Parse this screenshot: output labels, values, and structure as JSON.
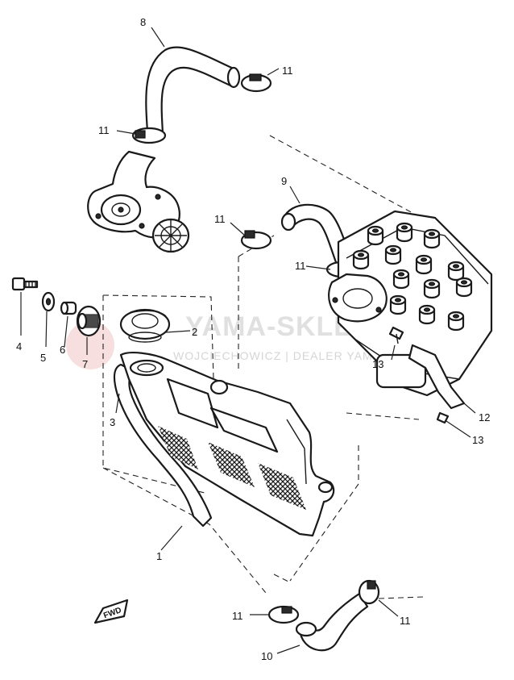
{
  "callouts": {
    "c1": "1",
    "c2": "2",
    "c3": "3",
    "c4": "4",
    "c5": "5",
    "c6": "6",
    "c7": "7",
    "c8": "8",
    "c9": "9",
    "c10": "10",
    "c11": "11",
    "c12": "12",
    "c13": "13"
  },
  "direction_badge": "FWD",
  "watermark": {
    "main": "YAMA-SKLEP.PL",
    "sub": "WOJCIECHOWICZ | DEALER YAMAHA"
  }
}
